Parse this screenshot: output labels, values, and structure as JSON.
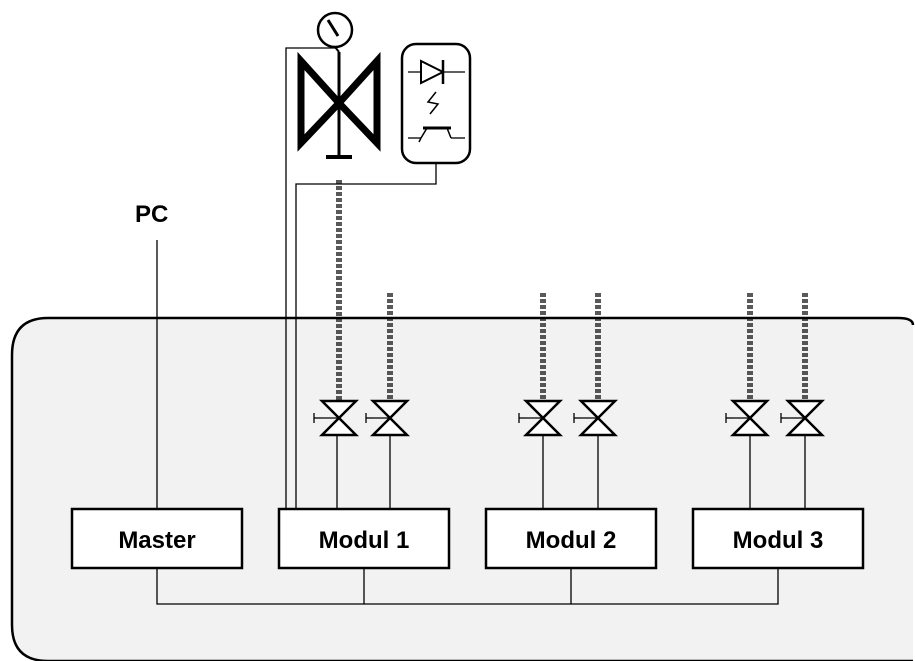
{
  "labels": {
    "pc": "PC",
    "master": "Master",
    "modul_1": "Modul 1",
    "modul_2": "Modul 2",
    "modul_3": "Modul 3"
  },
  "colors": {
    "cabinet_fill": "#f2f2f2",
    "stroke": "#000000",
    "box_fill": "#ffffff"
  },
  "icons": {
    "process_valve": "butterfly-valve-icon",
    "gauge": "pressure-gauge-icon",
    "sensor": "optocoupler-icon",
    "module_valve": "solenoid-valve-icon"
  }
}
